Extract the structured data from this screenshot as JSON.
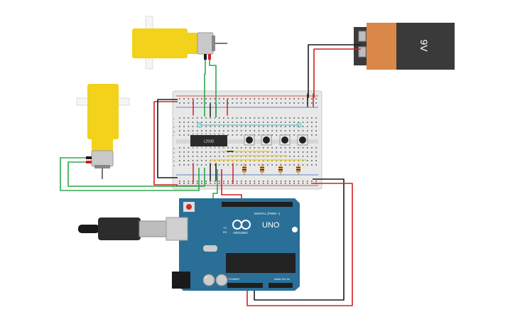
{
  "battery": {
    "label": "9V",
    "body_color": "#3a3a3a",
    "cap_color": "#d9884a"
  },
  "motor": {
    "body_color": "#f2d21a",
    "can_color": "#c9c9c9"
  },
  "breadboard": {
    "rows_top": [
      "j",
      "i",
      "h",
      "g",
      "f"
    ],
    "rows_bottom": [
      "e",
      "d",
      "c",
      "b",
      "a"
    ]
  },
  "ic_chip": {
    "label": "L293D"
  },
  "arduino": {
    "board_label": "UNO",
    "brand_label": "ARDUINO",
    "digital_label": "DIGITAL (PWM ~)",
    "power_label": "POWER",
    "analog_label": "ANALOG IN",
    "tx_label": "TX",
    "rx_label": "RX",
    "board_color": "#2a6f97"
  },
  "colors": {
    "wire_red": "#d42020",
    "wire_black": "#1a1a1a",
    "wire_green": "#2ea84a",
    "wire_cyan": "#6ecfd6",
    "wire_yellow": "#f0d020"
  }
}
